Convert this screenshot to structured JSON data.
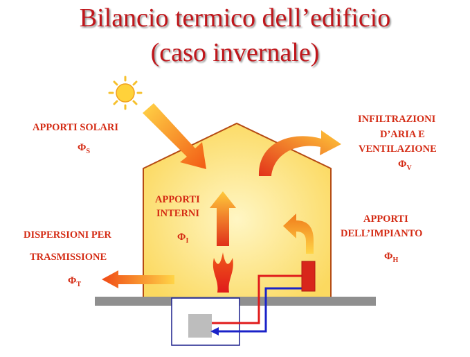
{
  "title": {
    "line1": "Bilancio termico dell’edificio",
    "line2": "(caso invernale)"
  },
  "labels": {
    "solar": "APPORTI SOLARI",
    "solar_sym": "Φ",
    "solar_sub": "S",
    "ventilation_l1": "INFILTRAZIONI",
    "ventilation_l2": "D’ARIA E",
    "ventilation_l3": "VENTILAZIONE",
    "ventilation_sym": "Φ",
    "ventilation_sub": "V",
    "internal_l1": "APPORTI",
    "internal_l2": "INTERNI",
    "internal_sym": "Φ",
    "internal_sub": "I",
    "plant_l1": "APPORTI",
    "plant_l2": "DELL’IMPIANTO",
    "plant_sym": "Φ",
    "plant_sub": "H",
    "transmission_l1": "DISPERSIONI PER",
    "transmission_l2": "TRASMISSIONE",
    "transmission_sym": "Φ",
    "transmission_sub": "T"
  },
  "icons": {
    "sun": "sun-icon"
  },
  "colors": {
    "title": "#c0161b",
    "label": "#d42b14",
    "house_fill": "#fde985",
    "house_stroke": "#b54a12",
    "ground": "#8f8f8f",
    "hot_pipe": "#e01a1a",
    "cold_pipe": "#1a22c8"
  }
}
